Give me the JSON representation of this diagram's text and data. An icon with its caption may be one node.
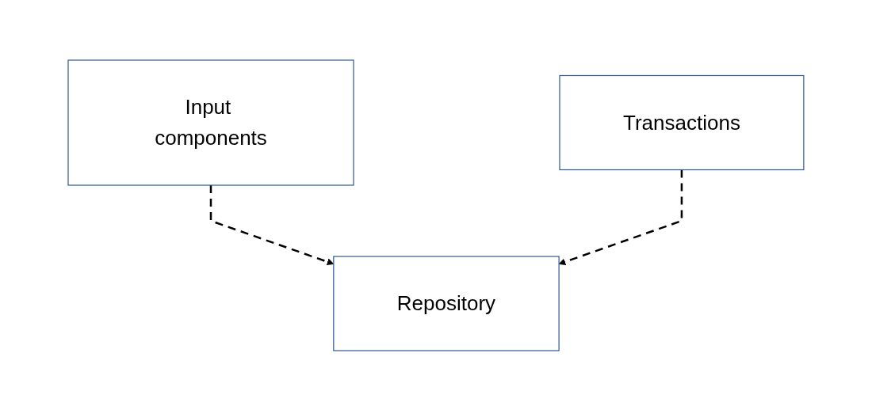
{
  "diagram": {
    "nodes": [
      {
        "text": [
          "Input components"
        ]
      },
      {
        "text": [
          "Transactions"
        ]
      },
      {
        "text": [
          "Repository"
        ]
      }
    ],
    "edges": [
      {
        "from": 0,
        "to": 2,
        "arrow": "to",
        "style": "dashed"
      },
      {
        "from": 1,
        "to": 2,
        "arrow": "to",
        "style": "dashed"
      }
    ]
  }
}
